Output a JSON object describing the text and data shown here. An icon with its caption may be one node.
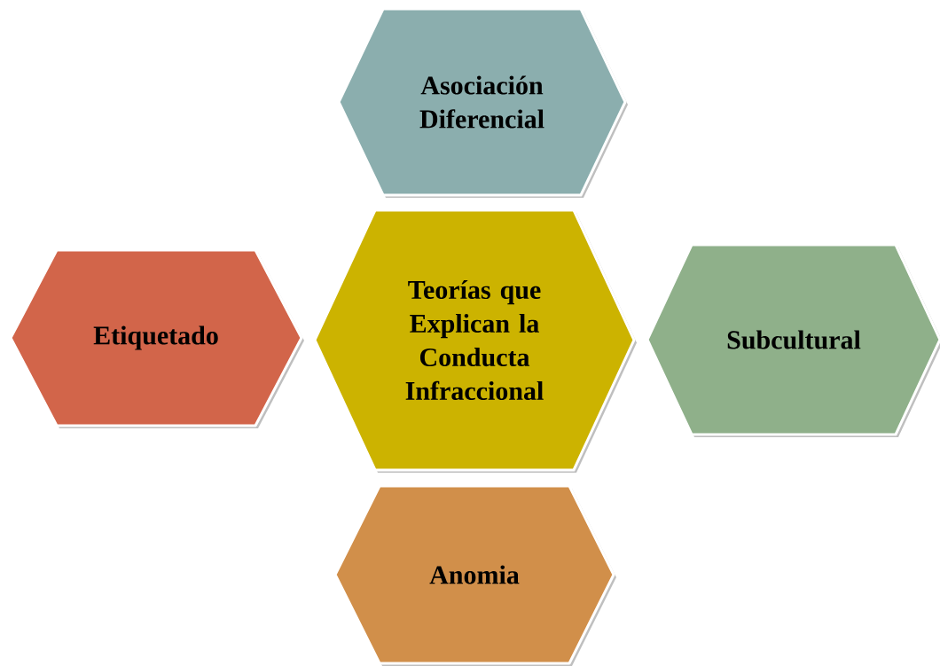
{
  "diagram": {
    "nodes": [
      {
        "text": [
          "Asociación Diferencial"
        ]
      },
      {
        "text": [
          "Etiquetado"
        ]
      },
      {
        "text": [
          "Teorías que Explican la Conducta Infraccional"
        ]
      },
      {
        "text": [
          "Subcultural"
        ]
      },
      {
        "text": [
          "Anomia"
        ]
      }
    ]
  }
}
